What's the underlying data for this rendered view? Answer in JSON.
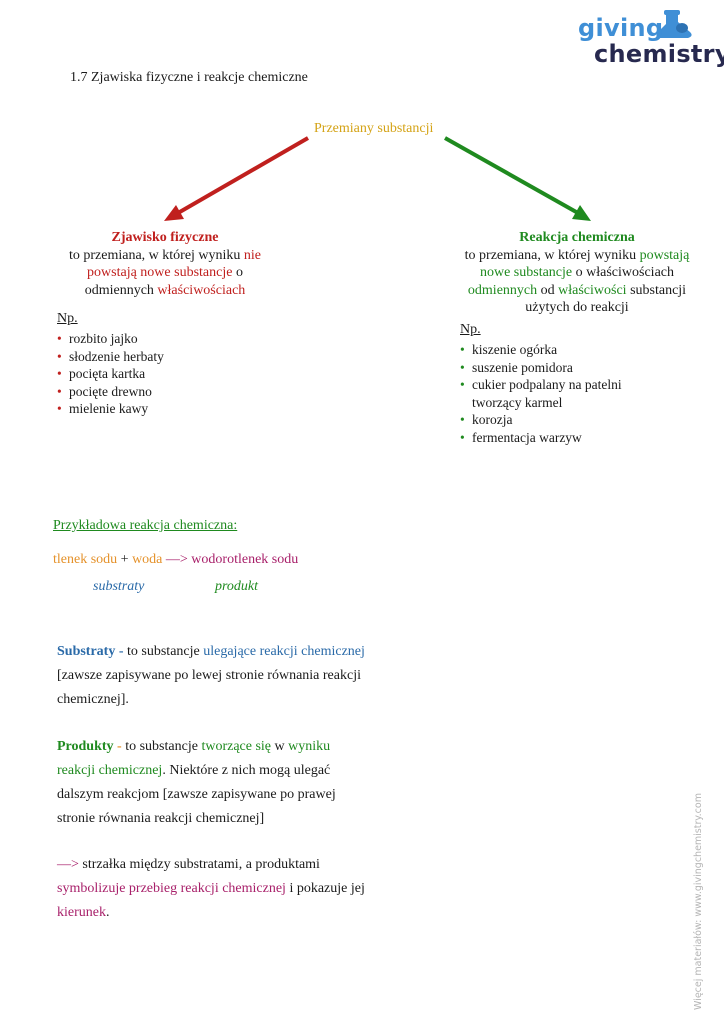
{
  "logo": {
    "line1": "giving",
    "line2": "chemistry"
  },
  "title": "1.7 Zjawiska fizyczne i reakcje chemiczne",
  "diagram": {
    "top_label": "Przemiany substancji",
    "arrow_left_color": "#c0201e",
    "arrow_right_color": "#1f8a1f"
  },
  "left": {
    "heading": "Zjawisko fizyczne",
    "def_1": "to przemiana, w której wyniku ",
    "def_2": "nie powstają nowe substancje",
    "def_3": " o odmiennych ",
    "def_4": "właściwościach",
    "np": "Np.",
    "items": [
      "rozbito jajko",
      "słodzenie herbaty",
      "pocięta kartka",
      "pocięte drewno",
      "mielenie kawy"
    ]
  },
  "right": {
    "heading": "Reakcja chemiczna",
    "def_1": "to przemiana, w której wyniku ",
    "def_2": "powstają nowe substancje",
    "def_3": " o właściwościach ",
    "def_4": "odmiennych",
    "def_5": " od ",
    "def_6": "właściwości",
    "def_7": " substancji użytych do reakcji",
    "np": "Np.",
    "items": [
      "kiszenie ogórka",
      "suszenie pomidora",
      "cukier podpalany na patelni tworzący karmel",
      "korozja",
      "fermentacja warzyw"
    ]
  },
  "example": {
    "title": "Przykładowa reakcja chemiczna:",
    "eq_1": "tlenek sodu",
    "eq_2": " + ",
    "eq_3": "woda",
    "eq_4": " —> ",
    "eq_5": "wodorotlenek sodu",
    "substrates_label": "substraty",
    "product_label": "produkt"
  },
  "substraty": {
    "term": "Substraty -",
    "t1": " to substancje ",
    "t2": "ulegające reakcji chemicznej",
    "t3": " [zawsze zapisywane po lewej stronie równania reakcji chemicznej]."
  },
  "produkty": {
    "term": "Produkty",
    "dash": " -",
    "t1": " to substancje ",
    "t2": "tworzące się",
    "t3": " w ",
    "t4": "wyniku reakcji chemicznej",
    "t5": ". Niektóre z nich mogą ulegać dalszym reakcjom [zawsze zapisywane po prawej stronie równania reakcji chemicznej]"
  },
  "arrow_note": {
    "arrow": "—>",
    "t1": " strzałka między substratami, a produktami ",
    "t2": "symbolizuje przebieg reakcji chemicznej",
    "t3": " i pokazuje jej ",
    "t4": "kierunek",
    "t5": "."
  },
  "watermark": "Więcej materiałów: www.givingchemistry.com"
}
